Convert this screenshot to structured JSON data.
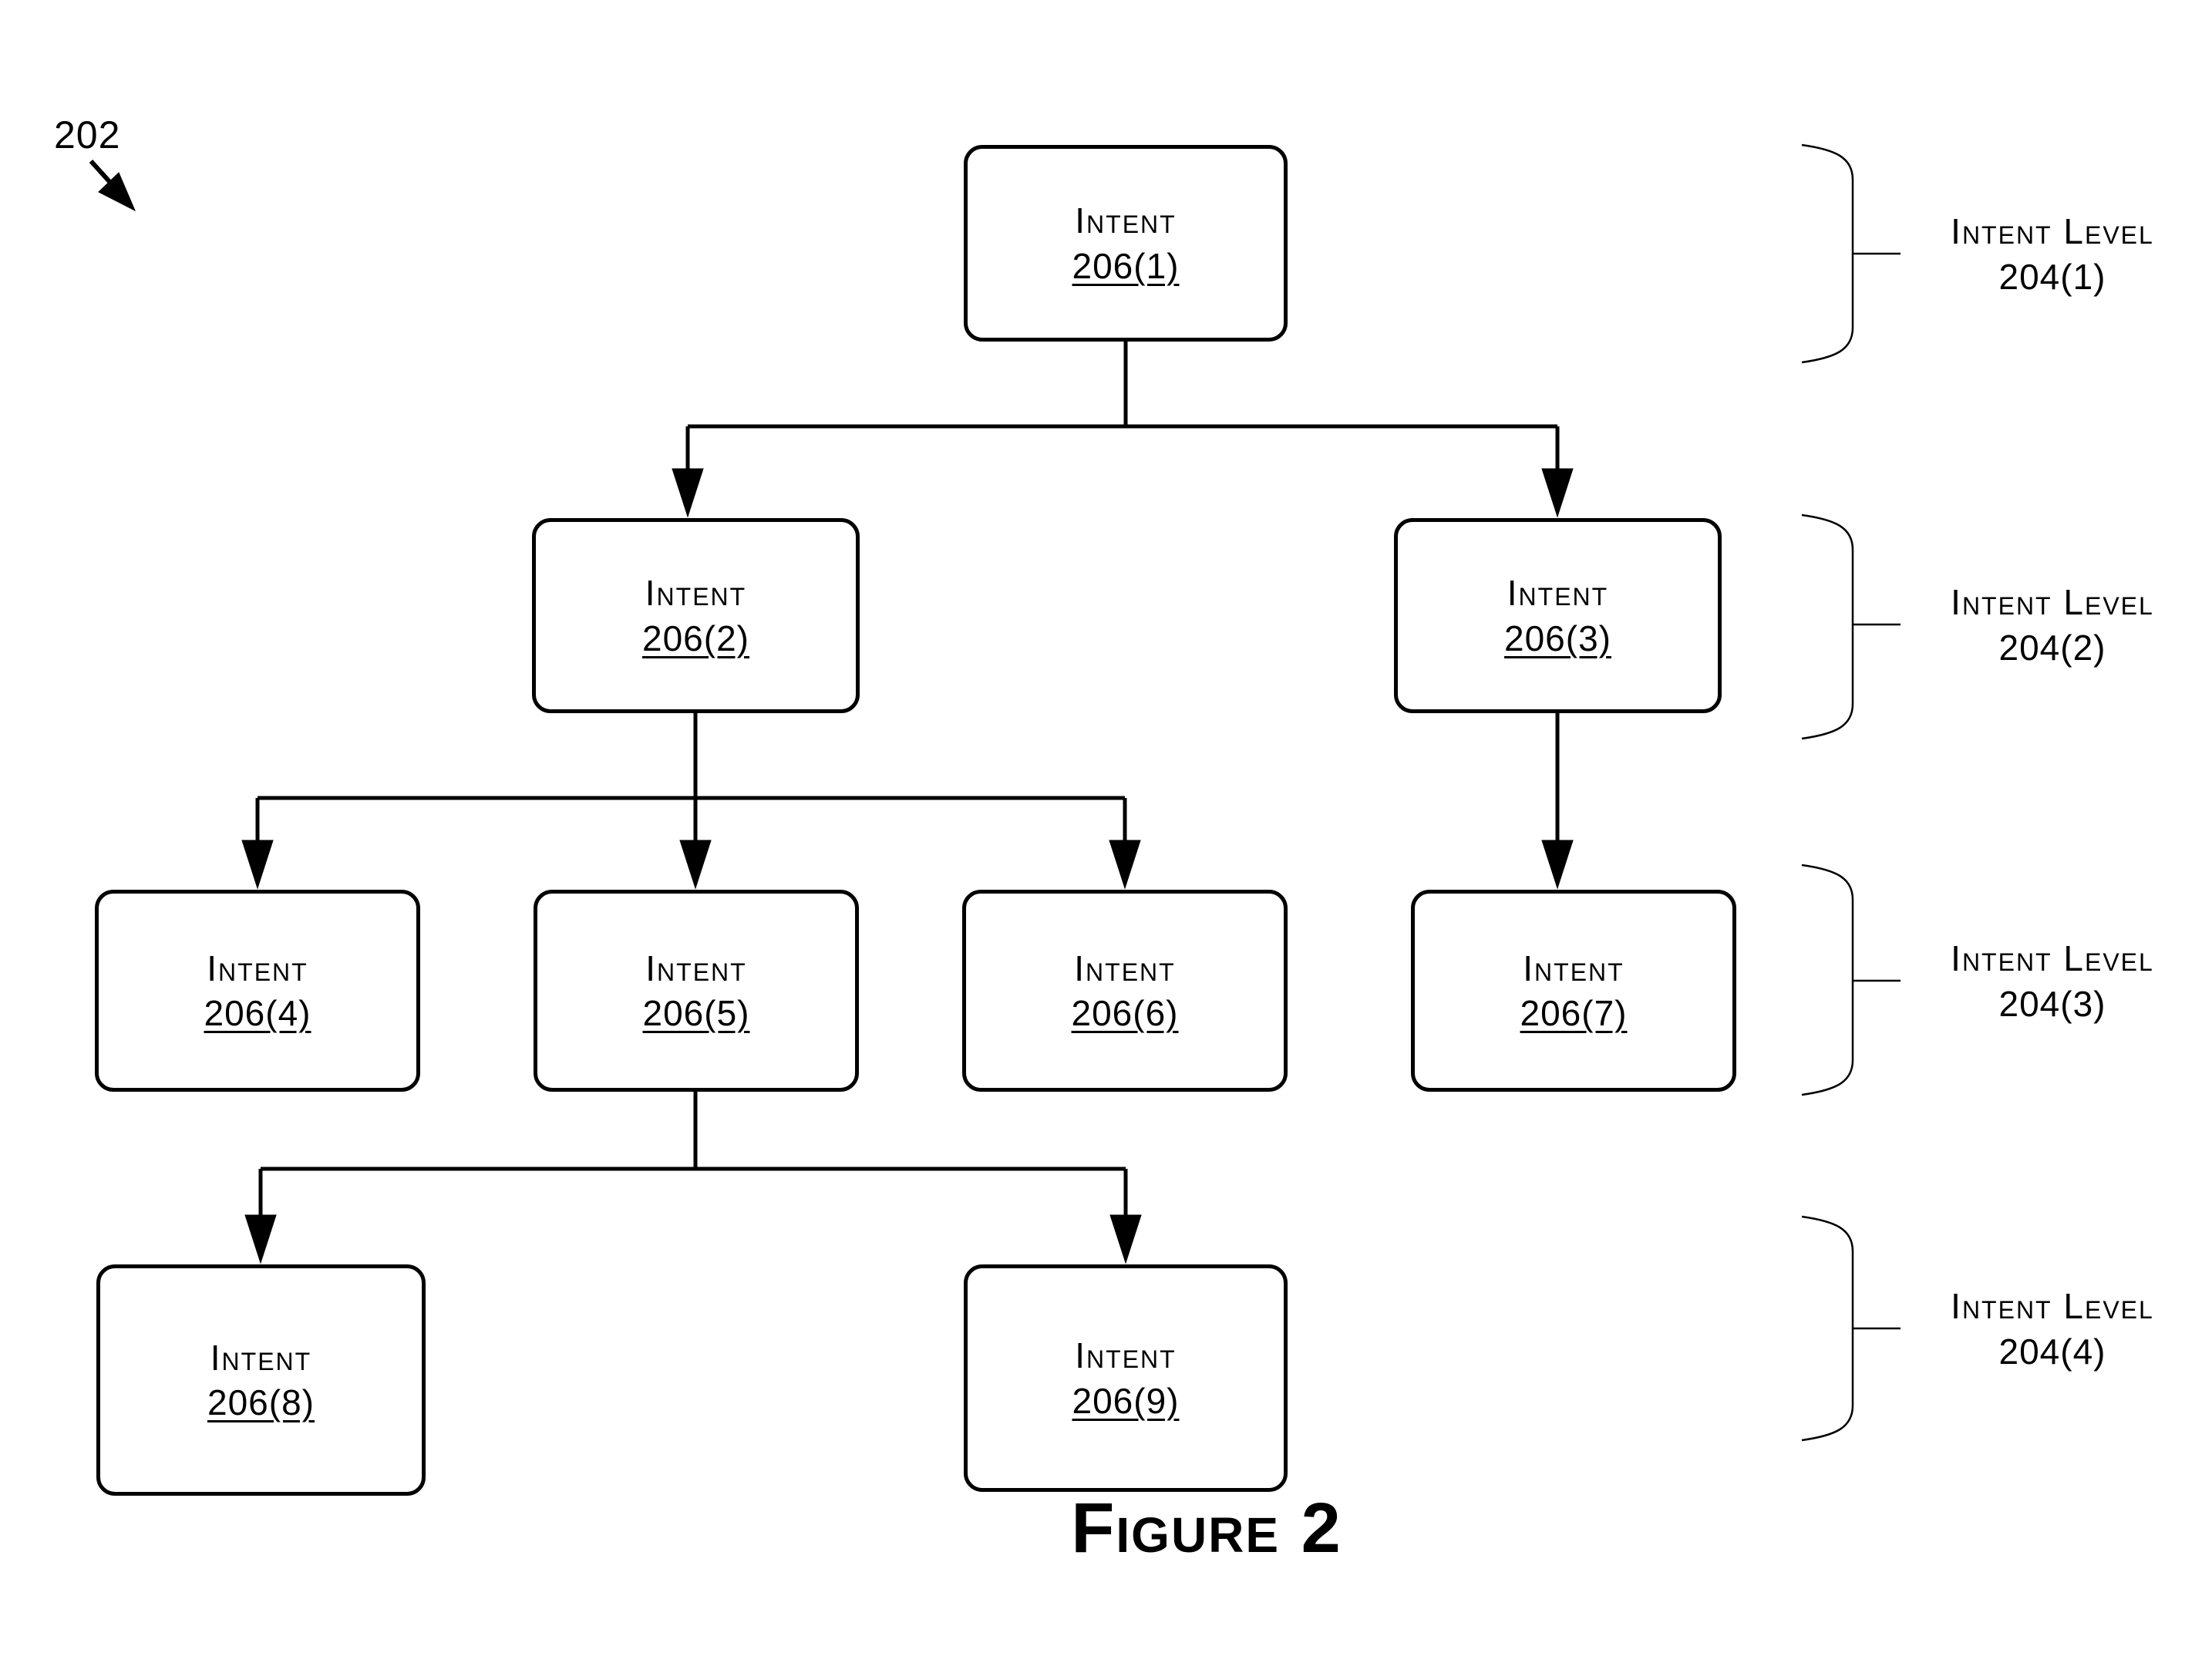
{
  "figure": {
    "reference_label": "202",
    "caption": "Figure 2"
  },
  "boxes": [
    {
      "title": "Intent",
      "number": "206(1)"
    },
    {
      "title": "Intent",
      "number": "206(2)"
    },
    {
      "title": "Intent",
      "number": "206(3)"
    },
    {
      "title": "Intent",
      "number": "206(4)"
    },
    {
      "title": "Intent",
      "number": "206(5)"
    },
    {
      "title": "Intent",
      "number": "206(6)"
    },
    {
      "title": "Intent",
      "number": "206(7)"
    },
    {
      "title": "Intent",
      "number": "206(8)"
    },
    {
      "title": "Intent",
      "number": "206(9)"
    }
  ],
  "levels": [
    {
      "title": "Intent Level",
      "number": "204(1)"
    },
    {
      "title": "Intent Level",
      "number": "204(2)"
    },
    {
      "title": "Intent Level",
      "number": "204(3)"
    },
    {
      "title": "Intent Level",
      "number": "204(4)"
    }
  ]
}
